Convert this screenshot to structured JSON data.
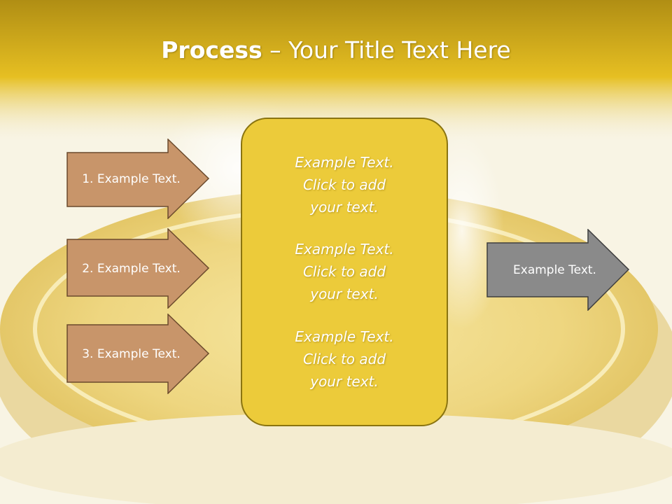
{
  "slide": {
    "title_bold": "Process",
    "title_rest": " – Your Title Text Here"
  },
  "colors": {
    "header_yellow": "#e3b91e",
    "left_arrow_fill": "#c8956a",
    "left_arrow_stroke": "#6b4a2c",
    "center_fill": "#eccb3a",
    "out_arrow_fill": "#8a8a8a"
  },
  "left_arrows": [
    {
      "label": "1. Example Text."
    },
    {
      "label": "2. Example Text."
    },
    {
      "label": "3. Example Text."
    }
  ],
  "center_blocks": [
    {
      "lines": [
        "Example Text.",
        "Click  to add",
        "your text."
      ]
    },
    {
      "lines": [
        "Example Text.",
        "Click  to add",
        "your text."
      ]
    },
    {
      "lines": [
        "Example Text.",
        "Click  to add",
        "your text."
      ]
    }
  ],
  "output_arrow": {
    "label": "Example Text."
  }
}
